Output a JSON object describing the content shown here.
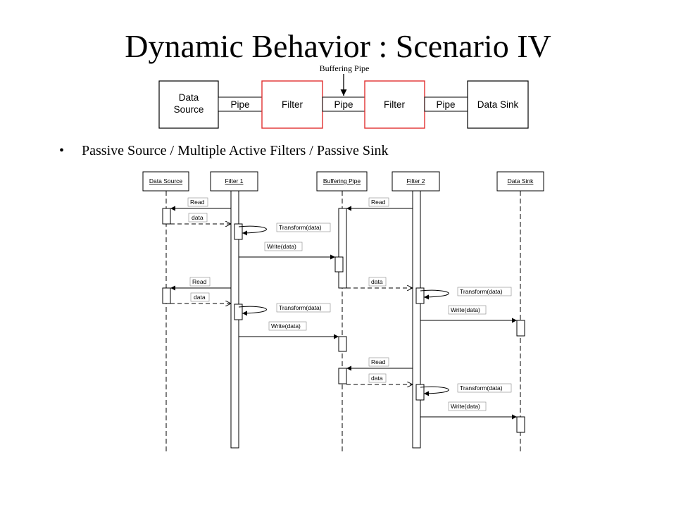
{
  "slide": {
    "title": "Dynamic Behavior : Scenario IV",
    "bullet": "Passive Source / Multiple Active Filters / Passive Sink"
  },
  "pipeline": {
    "callout": "Buffering Pipe",
    "boxes": [
      {
        "id": "source",
        "line1": "Data",
        "line2": "Source"
      },
      {
        "id": "pipe1",
        "label": "Pipe"
      },
      {
        "id": "filter1",
        "label": "Filter"
      },
      {
        "id": "pipe2",
        "label": "Pipe"
      },
      {
        "id": "filter2",
        "label": "Filter"
      },
      {
        "id": "pipe3",
        "label": "Pipe"
      },
      {
        "id": "sink",
        "label": "Data Sink"
      }
    ],
    "colors": {
      "active": "#e03030",
      "passive": "#000000"
    }
  },
  "sequence": {
    "participants": [
      "Data Source",
      "Filter 1",
      "Buffering Pipe",
      "Filter 2",
      "Data Sink"
    ],
    "messages": {
      "read_1": "Read",
      "data_1": "data",
      "transform_1": "Transform(data)",
      "write_1": "Write(data)",
      "read_2": "Read",
      "data_2": "data",
      "read_3": "Read",
      "data_3": "data",
      "transform_2": "Transform(data)",
      "transform_3": "Transform(data)",
      "write_2": "Write(data)",
      "write_3": "Write(data)",
      "read_4": "Read",
      "data_4": "data",
      "transform_4": "Transform(data)",
      "write_4": "Write(data)"
    }
  }
}
